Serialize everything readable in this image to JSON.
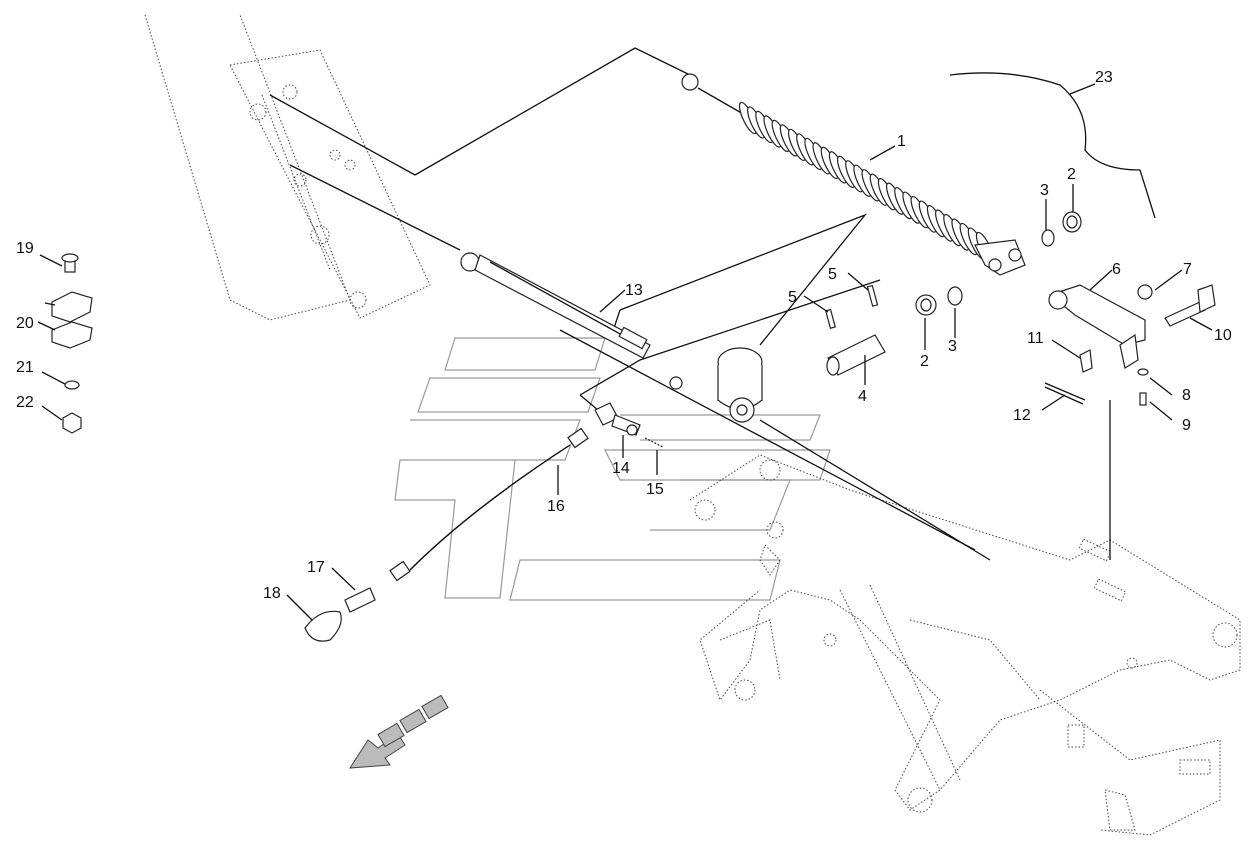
{
  "callouts": {
    "c1": "1",
    "c2a": "2",
    "c2b": "2",
    "c3a": "3",
    "c3b": "3",
    "c4": "4",
    "c5a": "5",
    "c5b": "5",
    "c6": "6",
    "c7": "7",
    "c8": "8",
    "c9": "9",
    "c10": "10",
    "c11": "11",
    "c12": "12",
    "c13": "13",
    "c14": "14",
    "c15": "15",
    "c16": "16",
    "c17": "17",
    "c18": "18",
    "c19": "19",
    "c20": "20",
    "c21": "21",
    "c22": "22",
    "c23": "23"
  }
}
